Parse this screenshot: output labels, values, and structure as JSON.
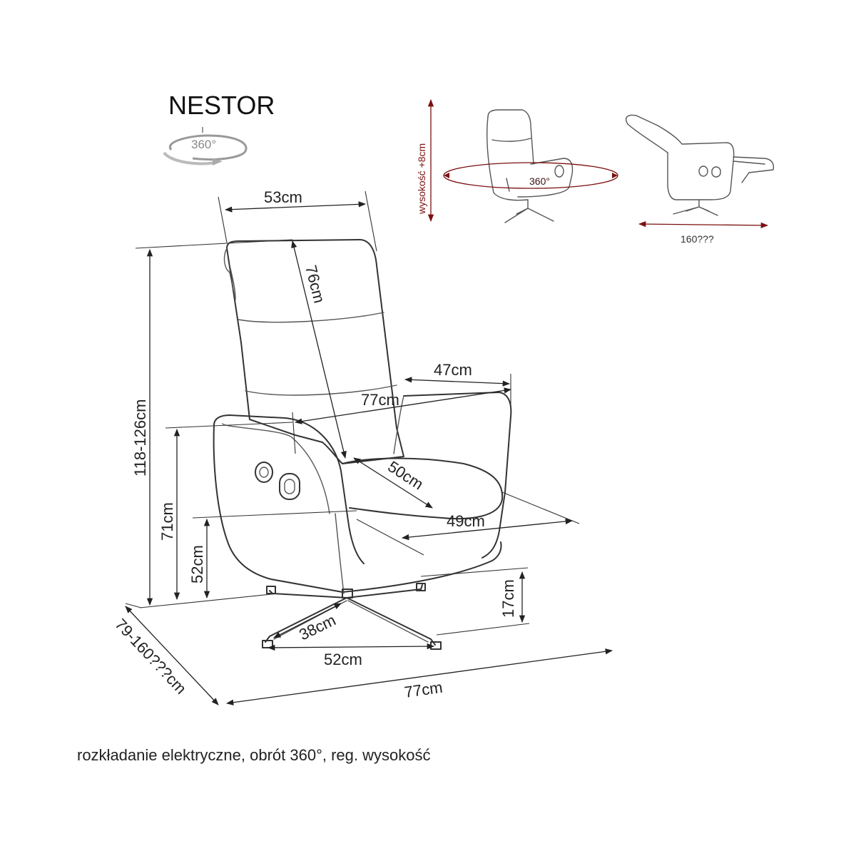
{
  "product": {
    "name": "NESTOR",
    "rotation_badge": "360°"
  },
  "dimensions": {
    "backrest_width": "53cm",
    "backrest_height": "76cm",
    "total_height": "118-126cm",
    "armrest_height": "71cm",
    "seat_height": "52cm",
    "base_height": "17cm",
    "armrest_length": "47cm",
    "seat_depth_total": "77cm",
    "seat_depth": "50cm",
    "seat_width": "49cm",
    "base_radius": "38cm",
    "base_width": "52cm",
    "total_width": "77cm",
    "total_depth": "79-160???cm"
  },
  "insets": {
    "height_adjust": "wysokość +8cm",
    "rotation": "360°",
    "reclined_length": "160???"
  },
  "caption": "rozkładanie elektryczne, obrót 360°, reg. wysokość",
  "colors": {
    "lines": "#222222",
    "accent_arrows": "#7a1010",
    "background": "#ffffff"
  }
}
